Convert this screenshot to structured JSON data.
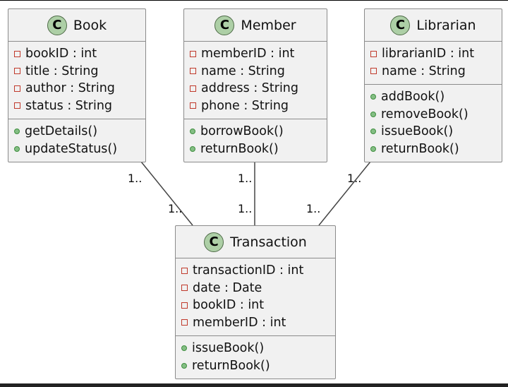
{
  "diagram": {
    "classes": {
      "book": {
        "stereotype": "C",
        "name": "Book",
        "attributes": [
          "bookID : int",
          "title : String",
          "author : String",
          "status : String"
        ],
        "methods": [
          "getDetails()",
          "updateStatus()"
        ]
      },
      "member": {
        "stereotype": "C",
        "name": "Member",
        "attributes": [
          "memberID : int",
          "name : String",
          "address : String",
          "phone : String"
        ],
        "methods": [
          "borrowBook()",
          "returnBook()"
        ]
      },
      "librarian": {
        "stereotype": "C",
        "name": "Librarian",
        "attributes": [
          "librarianID : int",
          "name : String"
        ],
        "methods": [
          "addBook()",
          "removeBook()",
          "issueBook()",
          "returnBook()"
        ]
      },
      "transaction": {
        "stereotype": "C",
        "name": "Transaction",
        "attributes": [
          "transactionID : int",
          "date : Date",
          "bookID : int",
          "memberID : int"
        ],
        "methods": [
          "issueBook()",
          "returnBook()"
        ]
      }
    },
    "associations": [
      {
        "from": "Book",
        "to": "Transaction",
        "from_multiplicity": "1..",
        "to_multiplicity": "1.."
      },
      {
        "from": "Member",
        "to": "Transaction",
        "from_multiplicity": "1..",
        "to_multiplicity": "1.."
      },
      {
        "from": "Librarian",
        "to": "Transaction",
        "from_multiplicity": "1..",
        "to_multiplicity": "1.."
      }
    ]
  }
}
